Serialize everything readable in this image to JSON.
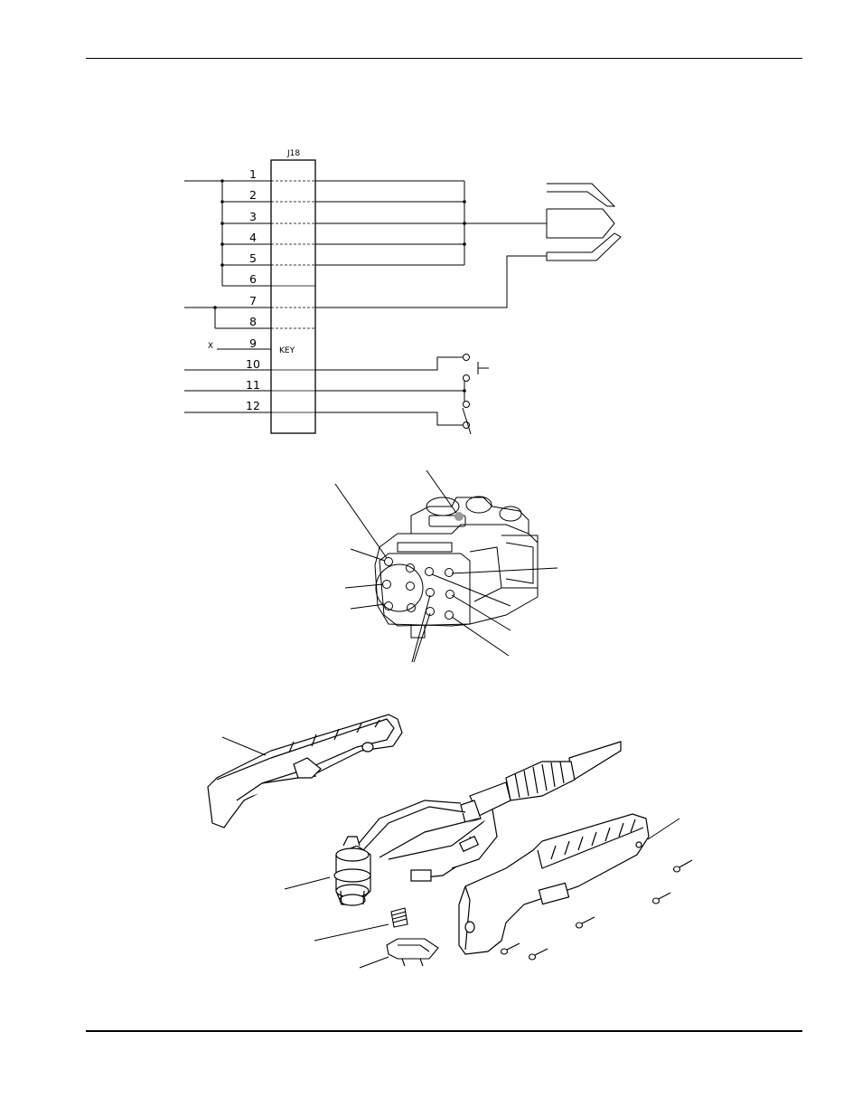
{
  "schematic": {
    "connector_label": "J18",
    "key_label": "KEY",
    "no_connect_mark": "X",
    "pins": [
      "1",
      "2",
      "3",
      "4",
      "5",
      "6",
      "7",
      "8",
      "9",
      "10",
      "11",
      "12"
    ]
  }
}
